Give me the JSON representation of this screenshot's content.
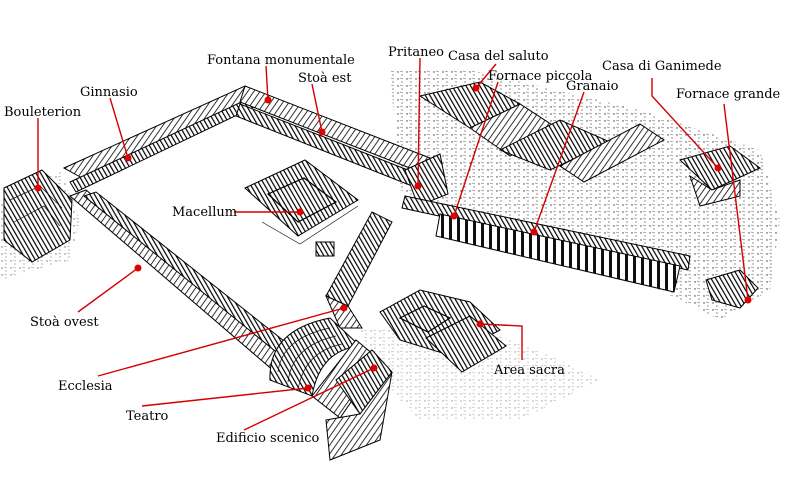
{
  "labels": {
    "bouleterion": "Bouleterion",
    "ginnasio": "Ginnasio",
    "fontana": "Fontana monumentale",
    "stoa_est": "Stoà est",
    "pritaneo": "Pritaneo",
    "casa_saluto": "Casa del saluto",
    "fornace_piccola": "Fornace piccola",
    "granaio": "Granaio",
    "casa_ganimede": "Casa di Ganimede",
    "fornace_grande": "Fornace grande",
    "macellum": "Macellum",
    "stoa_ovest": "Stoà ovest",
    "ecclesia": "Ecclesia",
    "teatro": "Teatro",
    "edificio_scenico": "Edificio scenico",
    "area_sacra": "Area sacra"
  },
  "colors": {
    "leader": "#d40000",
    "marker": "#e00000",
    "ink": "#000000",
    "background": "#ffffff"
  }
}
